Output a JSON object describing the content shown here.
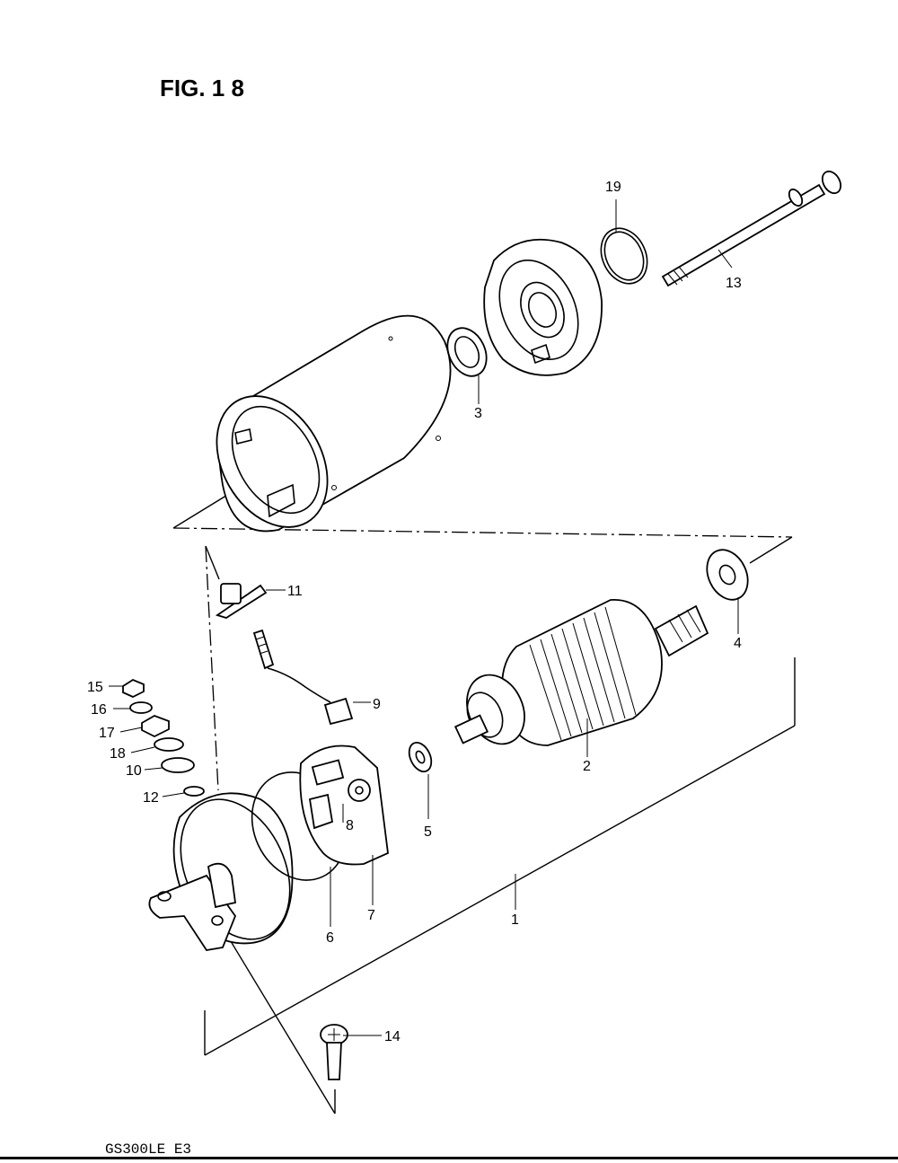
{
  "figure": {
    "title": "FIG. 1 8"
  },
  "footer": {
    "code": "GS300LE  E3"
  },
  "callouts": [
    {
      "id": "c1",
      "label": "1"
    },
    {
      "id": "c2",
      "label": "2"
    },
    {
      "id": "c3",
      "label": "3"
    },
    {
      "id": "c4",
      "label": "4"
    },
    {
      "id": "c5",
      "label": "5"
    },
    {
      "id": "c6",
      "label": "6"
    },
    {
      "id": "c7",
      "label": "7"
    },
    {
      "id": "c8",
      "label": "8"
    },
    {
      "id": "c9",
      "label": "9"
    },
    {
      "id": "c10",
      "label": "10"
    },
    {
      "id": "c11",
      "label": "11"
    },
    {
      "id": "c12",
      "label": "12"
    },
    {
      "id": "c13",
      "label": "13"
    },
    {
      "id": "c14",
      "label": "14"
    },
    {
      "id": "c15",
      "label": "15"
    },
    {
      "id": "c16",
      "label": "16"
    },
    {
      "id": "c17",
      "label": "17"
    },
    {
      "id": "c18",
      "label": "18"
    },
    {
      "id": "c19",
      "label": "19"
    }
  ]
}
